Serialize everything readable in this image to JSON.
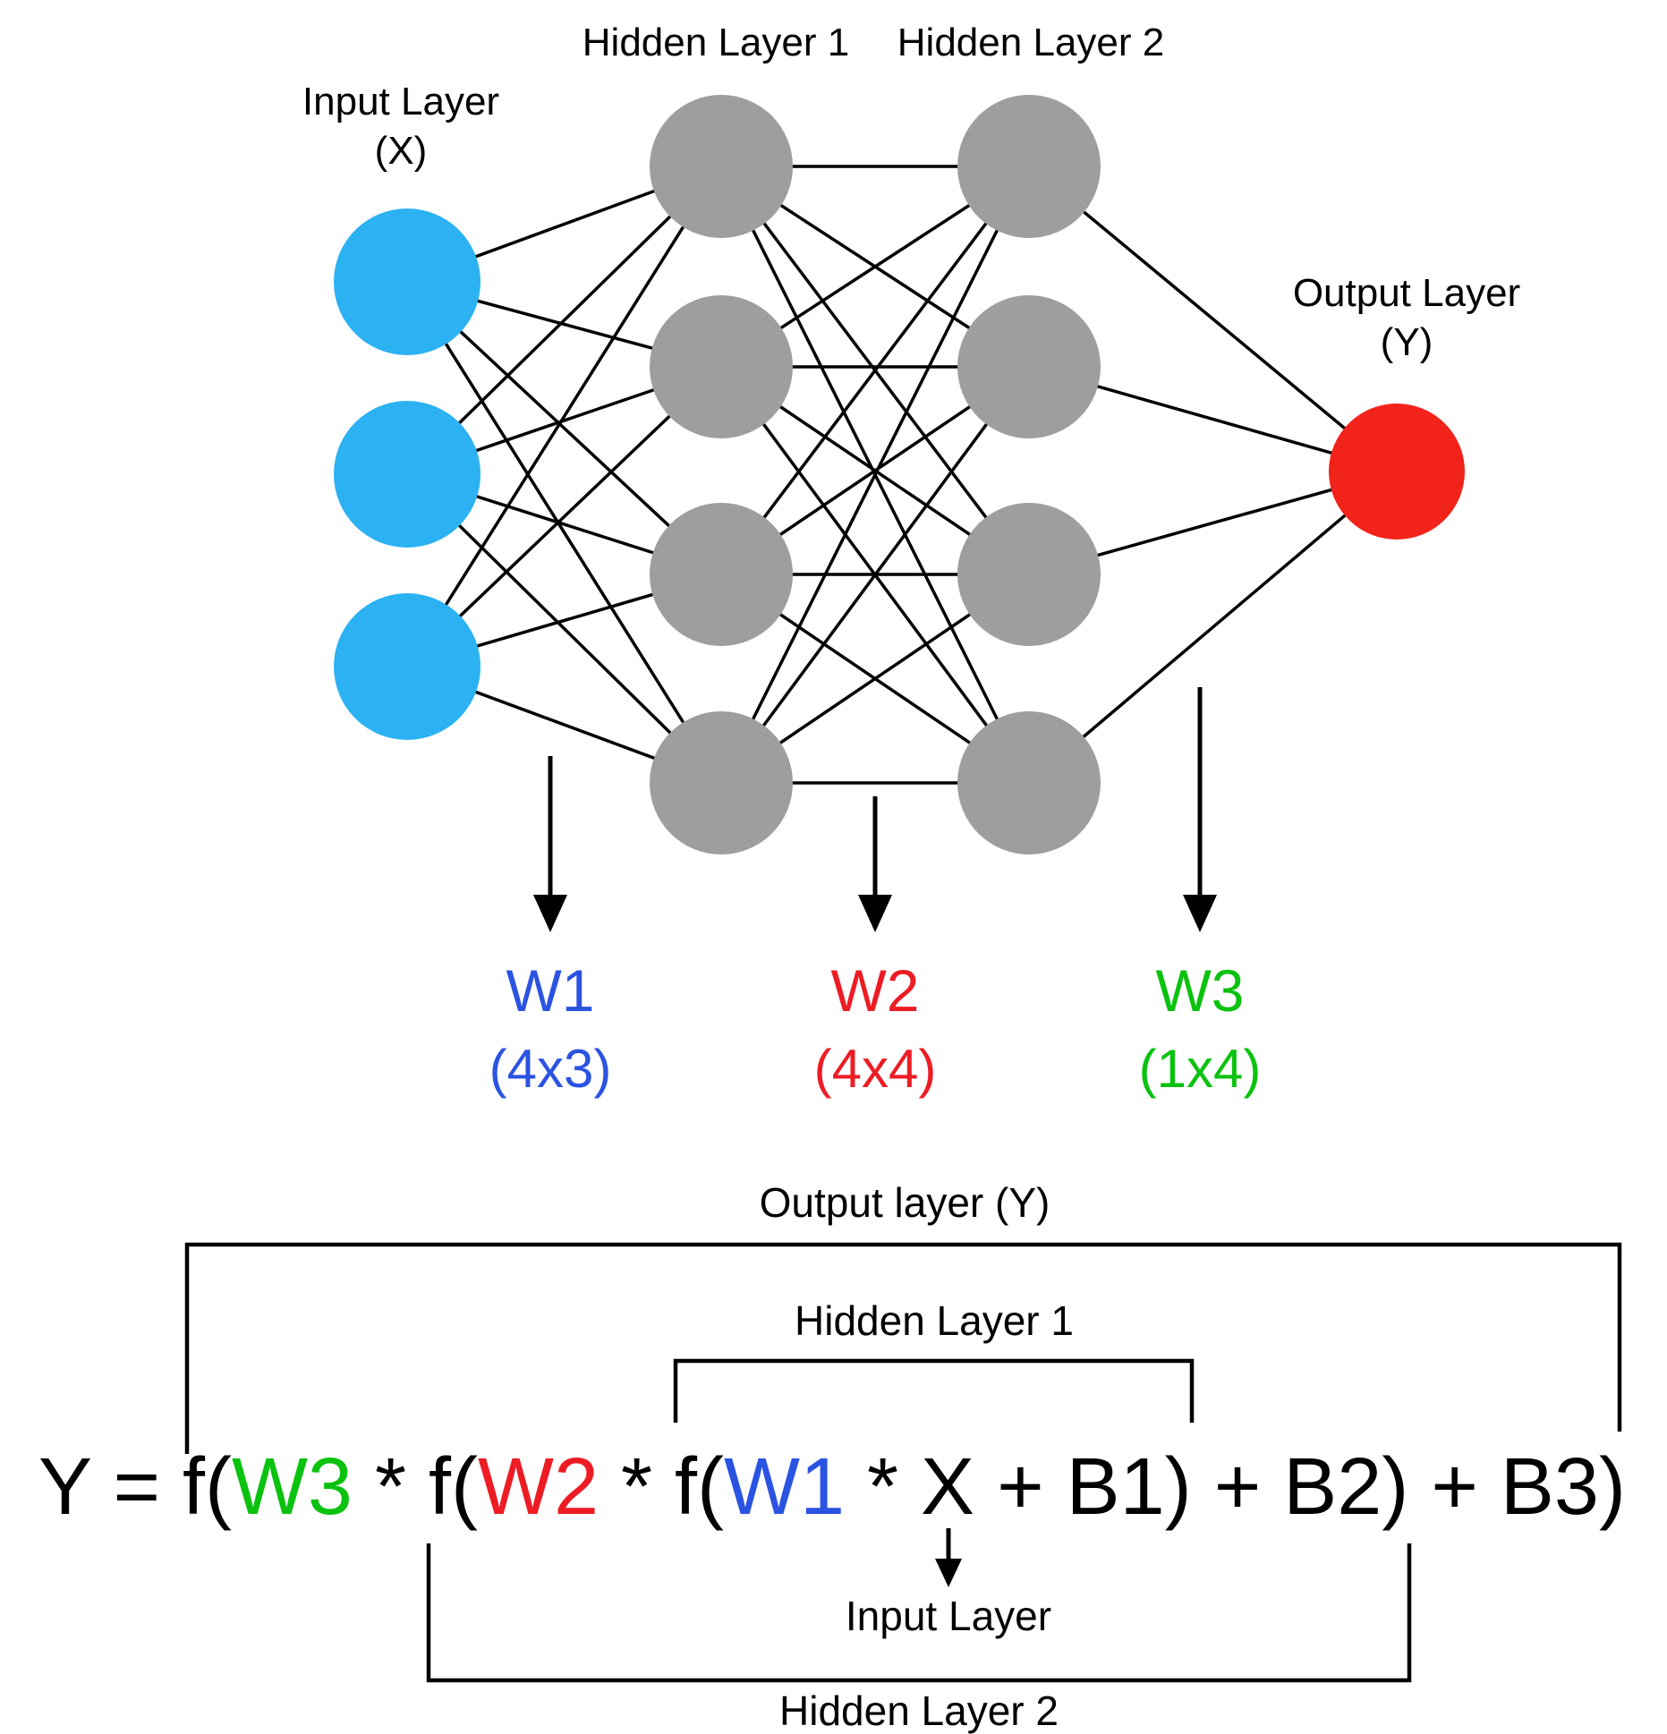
{
  "network": {
    "input_layer_label": "Input Layer",
    "input_layer_sublabel": "(X)",
    "hidden_layer_1_label": "Hidden Layer 1",
    "hidden_layer_2_label": "Hidden Layer 2",
    "output_layer_label": "Output Layer",
    "output_layer_sublabel": "(Y)",
    "node_counts": {
      "input": 3,
      "hidden_1": 4,
      "hidden_2": 4,
      "output": 1
    }
  },
  "weights": [
    {
      "label": "W1",
      "dims": "(4x3)",
      "color": "#2B53E2"
    },
    {
      "label": "W2",
      "dims": "(4x4)",
      "color": "#ED1C24"
    },
    {
      "label": "W3",
      "dims": "(1x4)",
      "color": "#0BC20F"
    }
  ],
  "formula": {
    "segments": [
      {
        "text": "Y = f(",
        "color": "#000000"
      },
      {
        "text": "W3",
        "color": "#0BC20F"
      },
      {
        "text": " * f(",
        "color": "#000000"
      },
      {
        "text": "W2",
        "color": "#ED1C24"
      },
      {
        "text": " * f(",
        "color": "#000000"
      },
      {
        "text": "W1",
        "color": "#2B53E2"
      },
      {
        "text": " * X + B1) + B2) + B3)",
        "color": "#000000"
      }
    ],
    "annotations": {
      "output_layer": "Output layer (Y)",
      "hidden_layer_1": "Hidden Layer 1",
      "input_layer": "Input Layer",
      "hidden_layer_2": "Hidden Layer 2"
    }
  },
  "colors": {
    "input_node": "#2CB2F2",
    "hidden_node": "#9E9E9E",
    "output_node": "#F2231A",
    "connection": "#000000"
  }
}
